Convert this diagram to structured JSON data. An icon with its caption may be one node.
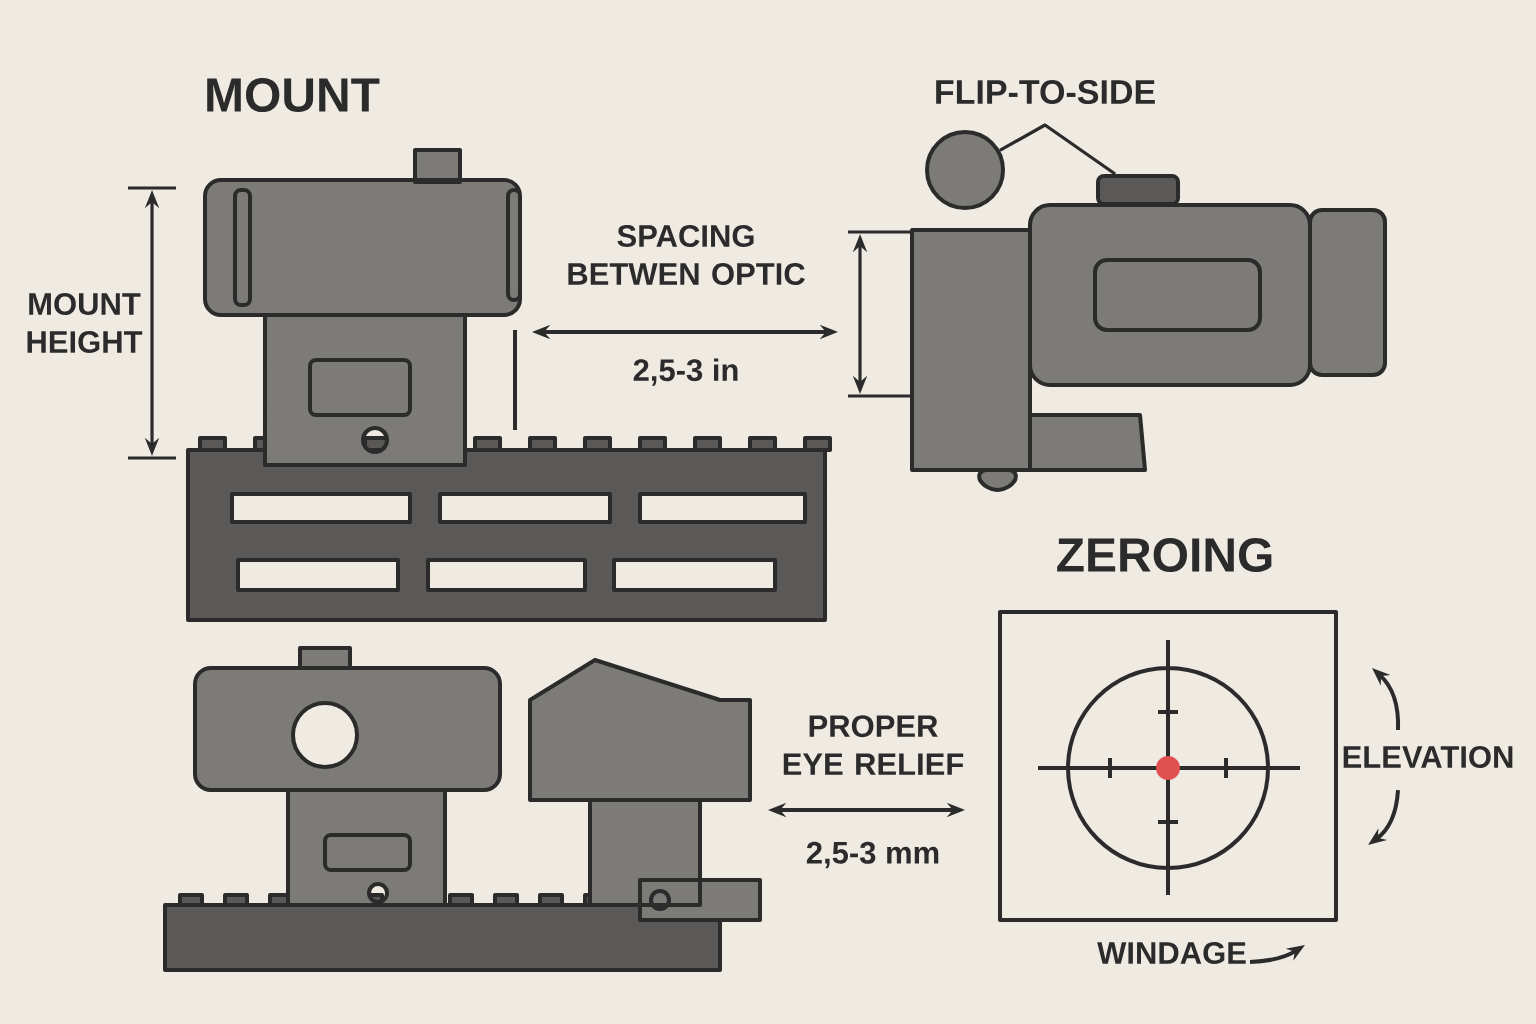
{
  "diagram": {
    "nodes": [
      {
        "text": [],
        "shape": "circle"
      },
      {
        "text": [],
        "shape": "box"
      },
      {
        "text": [
          "ZEROING"
        ],
        "beside": [
          "ELEVATION",
          "WINDAGE"
        ]
      }
    ],
    "edges": [
      {
        "from": 0,
        "to": 1,
        "arrow": "none"
      }
    ],
    "labels": [
      "MOUNT",
      "FLIP-TO-SIDE",
      "MOUNT HEIGHT",
      "SPACING BETWEN OPTIC",
      "2,5-3 in",
      "PROPER EYE RELIEF",
      "2,5-3 mm"
    ]
  }
}
